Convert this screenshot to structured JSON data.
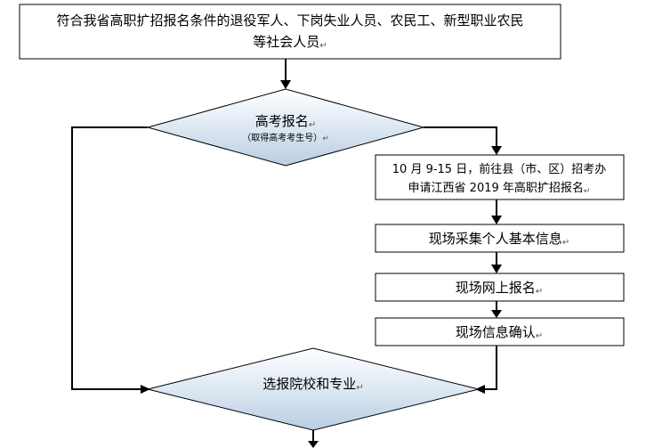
{
  "nodes": {
    "eligibility": {
      "line1": "符合我省高职扩招报名条件的退役军人、下岗失业人员、农民工、新型职业农民",
      "line2": "等社会人员"
    },
    "exam_registration": {
      "label": "高考报名",
      "sublabel": "（取得高考考生号）"
    },
    "county_office": {
      "line1": "10 月 9-15 日，前往县（市、区）招考办",
      "line2": "申请江西省 2019 年高职扩招报名"
    },
    "collect_info": {
      "label": "现场采集个人基本信息"
    },
    "online_registration": {
      "label": "现场网上报名"
    },
    "confirm_info": {
      "label": "现场信息确认"
    },
    "select_school": {
      "label": "选报院校和专业"
    }
  },
  "paragraph_mark": "↵"
}
